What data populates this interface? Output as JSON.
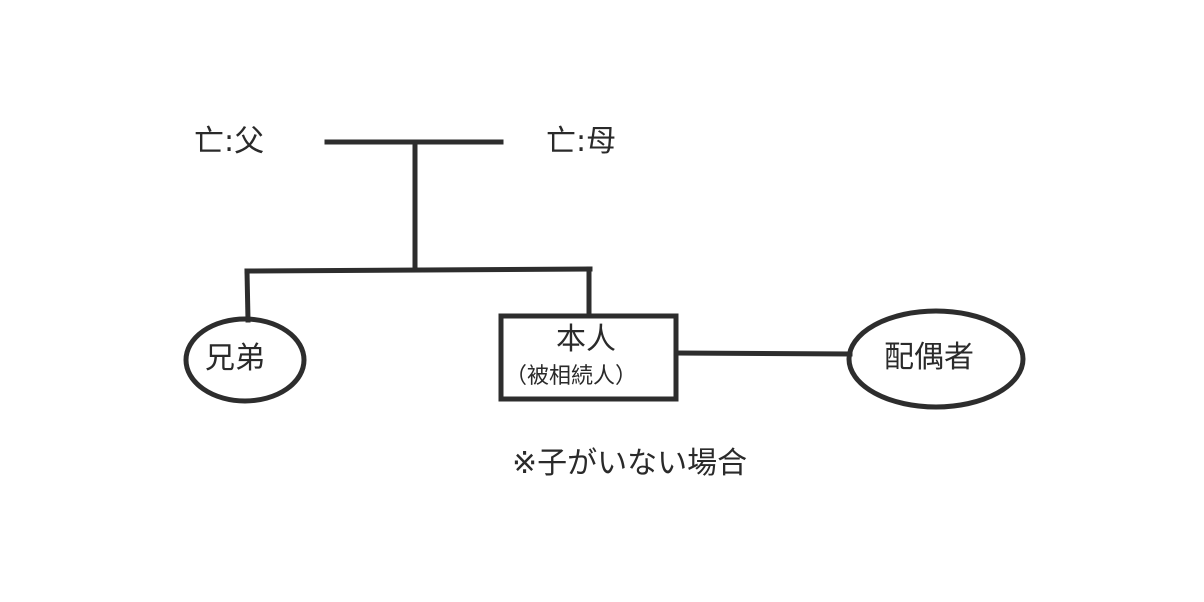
{
  "diagram": {
    "type": "family-tree",
    "colors": {
      "line": "#2d2d2d",
      "text": "#2a2a2a",
      "background": "#ffffff"
    },
    "parents": {
      "father": {
        "label": "亡:父"
      },
      "mother": {
        "label": "亡:母"
      }
    },
    "children": {
      "sibling": {
        "label": "兄弟",
        "shape": "ellipse"
      },
      "self": {
        "label": "本人",
        "sublabel": "（被相続人）",
        "shape": "rectangle"
      }
    },
    "spouse": {
      "label": "配偶者",
      "shape": "ellipse"
    },
    "note": "※子がいない場合"
  }
}
